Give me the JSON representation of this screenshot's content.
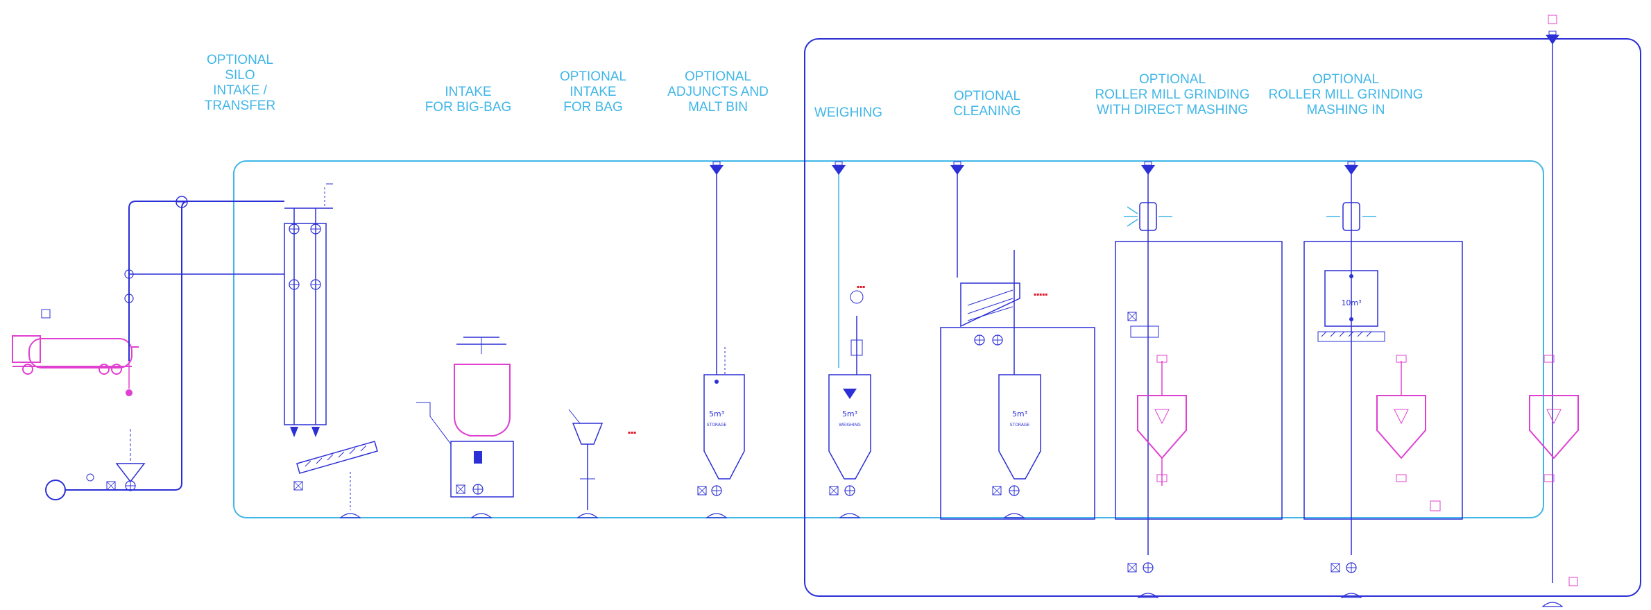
{
  "sections": [
    {
      "id": "silo",
      "lines": [
        "OPTIONAL",
        "SILO",
        "INTAKE /",
        "TRANSFER"
      ]
    },
    {
      "id": "bigbag",
      "lines": [
        "INTAKE",
        "FOR BIG-BAG"
      ]
    },
    {
      "id": "bag",
      "lines": [
        "OPTIONAL",
        "INTAKE",
        "FOR BAG"
      ]
    },
    {
      "id": "adjuncts",
      "lines": [
        "OPTIONAL",
        "ADJUNCTS AND",
        "MALT BIN"
      ]
    },
    {
      "id": "weighing",
      "lines": [
        "WEIGHING"
      ]
    },
    {
      "id": "cleaning",
      "lines": [
        "OPTIONAL",
        "CLEANING"
      ]
    },
    {
      "id": "direct",
      "lines": [
        "OPTIONAL",
        "ROLLER MILL GRINDING",
        "WITH DIRECT MASHING"
      ]
    },
    {
      "id": "mashing",
      "lines": [
        "OPTIONAL",
        "ROLLER MILL GRINDING",
        "MASHING IN"
      ]
    }
  ],
  "vessels": {
    "storage_adjuncts": {
      "volume": "5m³",
      "name": "STORAGE"
    },
    "weigher": {
      "volume": "5m³",
      "name": "WEIGHING"
    },
    "storage_cleaning": {
      "volume": "5m³",
      "name": "STORAGE"
    },
    "hopper_mashing": {
      "volume": "10m³"
    }
  },
  "colors": {
    "process": "#3fb6e8",
    "loop": "#2b2fd6",
    "mash": "#e040d0",
    "warning": "#e0172a"
  }
}
